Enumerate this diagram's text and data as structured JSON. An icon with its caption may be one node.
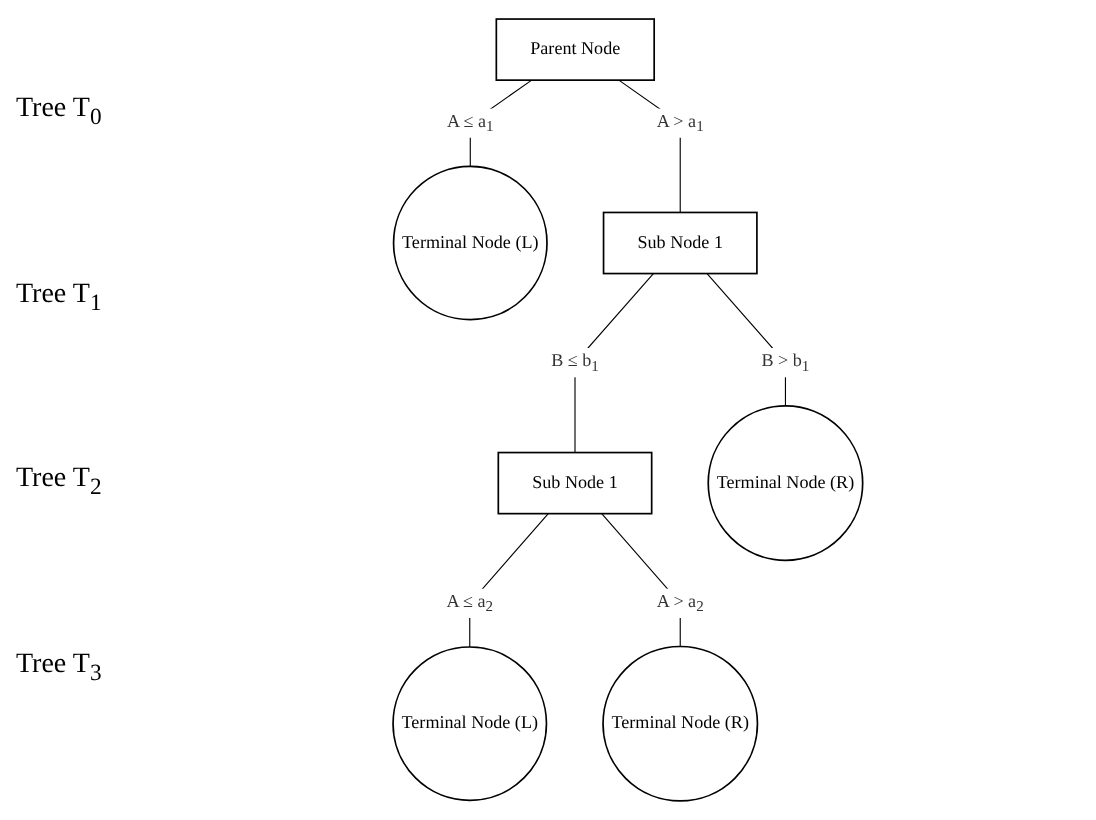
{
  "diagram": {
    "nodes": [
      {
        "text": [
          "Parent Node"
        ]
      },
      {
        "text": [
          "Terminal Node (L)"
        ]
      },
      {
        "text": [
          "Sub Node 1"
        ]
      },
      {
        "text": [
          "Sub Node 1"
        ]
      },
      {
        "text": [
          "Terminal Node (R)"
        ]
      },
      {
        "text": [
          "Terminal Node (L)"
        ]
      },
      {
        "text": [
          "Terminal Node (R)"
        ]
      }
    ],
    "edges": [
      {
        "from": 0,
        "to": 1,
        "arrow": "none",
        "label": "A ≤ a$_{1}$"
      },
      {
        "from": 0,
        "to": 2,
        "arrow": "none",
        "label": "A > a$_{1}$"
      },
      {
        "from": 2,
        "to": 3,
        "arrow": "none",
        "label": "B ≤ b$_{1}$"
      },
      {
        "from": 2,
        "to": 4,
        "arrow": "none",
        "label": "B > b$_{1}$"
      },
      {
        "from": 3,
        "to": 5,
        "arrow": "none",
        "label": "A ≤ a$_{2}$"
      },
      {
        "from": 3,
        "to": 6,
        "arrow": "none",
        "label": "A > a$_{2}$"
      }
    ],
    "labels": [
      "Tree T$_{0}$",
      "Tree T$_{1}$",
      "Tree T$_{2}$",
      "Tree T$_{3}$"
    ]
  }
}
